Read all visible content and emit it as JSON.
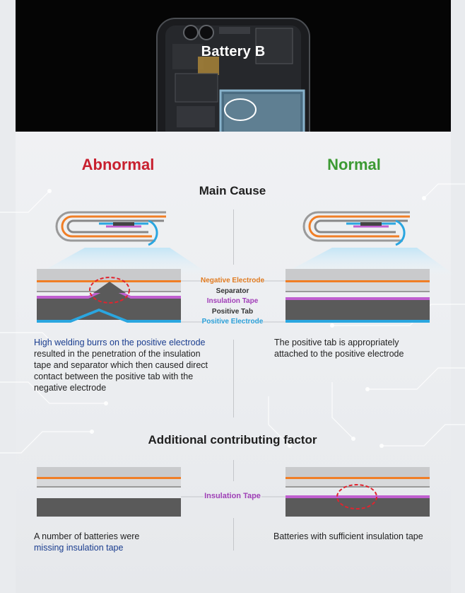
{
  "hero": {
    "title": "Battery B"
  },
  "columns": {
    "abnormal": "Abnormal",
    "normal": "Normal"
  },
  "sections": {
    "main_cause": "Main Cause",
    "additional": "Additional contributing factor"
  },
  "layer_labels": [
    {
      "text": "Negative Electrode",
      "color": "#e07a1f"
    },
    {
      "text": "Separator",
      "color": "#333333"
    },
    {
      "text": "Insulation Tape",
      "color": "#a13db8"
    },
    {
      "text": "Positive Tab",
      "color": "#333333"
    },
    {
      "text": "Positive Electrode",
      "color": "#2a9fd8"
    }
  ],
  "insulation_label": "Insulation Tape",
  "abnormal_desc": {
    "highlight": "High welding burrs on the positive electrode",
    "rest": " resulted in the penetration of the insulation tape and separator which then caused direct contact between the positive tab with the negative electrode"
  },
  "normal_desc": "The positive tab is appropriately attached to the positive electrode",
  "additional_abnormal_desc": {
    "plain": "A number of batteries were ",
    "highlight": "missing insulation tape"
  },
  "additional_normal_desc": "Batteries with sufficient insulation tape",
  "colors": {
    "negative": "#f07e26",
    "separator": "#9a9a9a",
    "insulation": "#c05fd0",
    "tab": "#5a5a5a",
    "positive": "#2aa6e0",
    "abnormal": "#c8202f",
    "normal": "#3c9a33"
  }
}
